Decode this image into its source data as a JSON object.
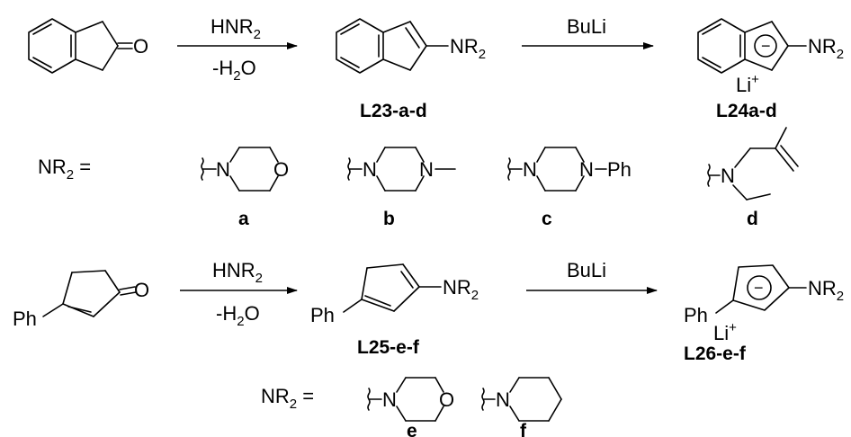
{
  "reaction1": {
    "start_atom_O": "O",
    "arrow1_top": "HNR",
    "arrow1_top_sub": "2",
    "arrow1_bottom_a": "-H",
    "arrow1_bottom_sub": "2",
    "arrow1_bottom_b": "O",
    "product1_group": "NR",
    "product1_group_sub": "2",
    "product1_label": "L23-a-d",
    "arrow2_top": "BuLi",
    "product2_charge": "−",
    "product2_group": "NR",
    "product2_group_sub": "2",
    "product2_counterion": "Li",
    "product2_counterion_charge": "+",
    "product2_label": "L24a-d"
  },
  "substituents_ad": {
    "prefix": "NR",
    "prefix_sub": "2",
    "prefix_eq": " =",
    "a": {
      "n_atom": "N",
      "o_atom": "O",
      "label": "a"
    },
    "b": {
      "n_atom1": "N",
      "n_atom2": "N",
      "label": "b"
    },
    "c": {
      "n_atom1": "N",
      "n_atom2": "N",
      "ph": "Ph",
      "label": "c"
    },
    "d": {
      "n_atom": "N",
      "label": "d"
    }
  },
  "reaction2": {
    "start_ph": "Ph",
    "start_atom_O": "O",
    "arrow1_top": "HNR",
    "arrow1_top_sub": "2",
    "arrow1_bottom_a": "-H",
    "arrow1_bottom_sub": "2",
    "arrow1_bottom_b": "O",
    "product1_ph": "Ph",
    "product1_group": "NR",
    "product1_group_sub": "2",
    "product1_label": "L25-e-f",
    "arrow2_top": "BuLi",
    "product2_ph": "Ph",
    "product2_charge": "−",
    "product2_group": "NR",
    "product2_group_sub": "2",
    "product2_counterion": "Li",
    "product2_counterion_charge": "+",
    "product2_label": "L26-e-f"
  },
  "substituents_ef": {
    "prefix": "NR",
    "prefix_sub": "2",
    "prefix_eq": " =",
    "e": {
      "n_atom": "N",
      "o_atom": "O",
      "label": "e"
    },
    "f": {
      "n_atom": "N",
      "label": "f"
    }
  }
}
